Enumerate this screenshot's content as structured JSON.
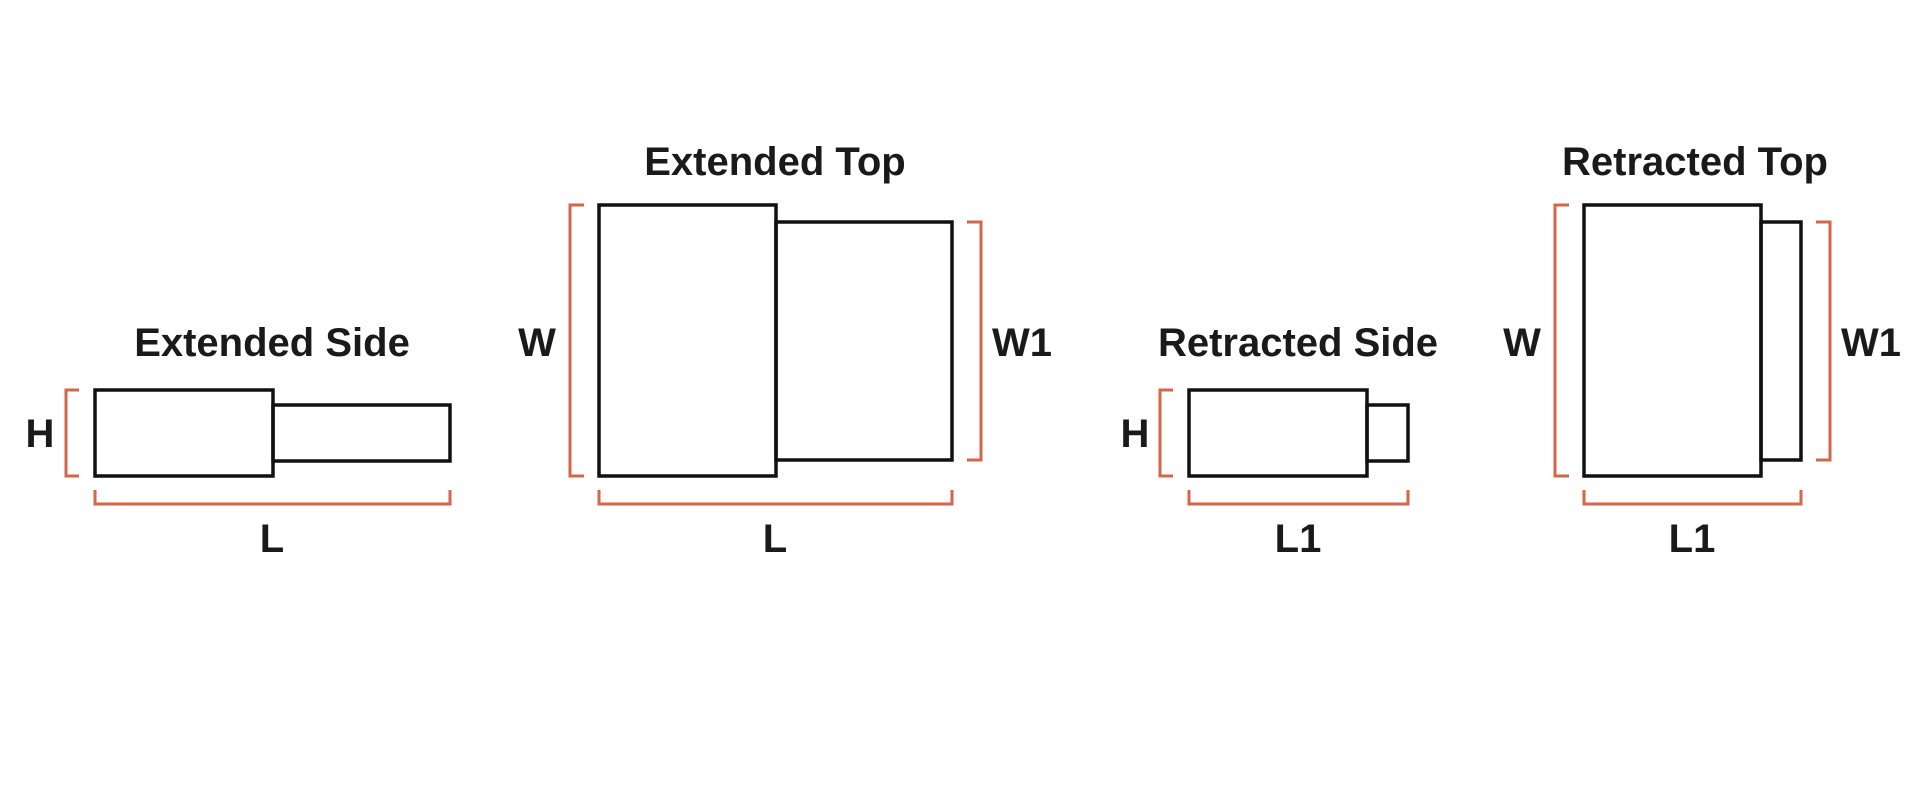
{
  "panels": {
    "extended_side": {
      "title": "Extended Side",
      "height_label": "H",
      "length_label": "L"
    },
    "extended_top": {
      "title": "Extended Top",
      "width_label": "W",
      "width1_label": "W1",
      "length_label": "L"
    },
    "retracted_side": {
      "title": "Retracted Side",
      "height_label": "H",
      "length_label": "L1"
    },
    "retracted_top": {
      "title": "Retracted Top",
      "width_label": "W",
      "width1_label": "W1",
      "length_label": "L1"
    }
  },
  "colors": {
    "outline": "#111111",
    "dimension_bracket": "#d4664a",
    "text": "#1a1a1a",
    "background": "#ffffff"
  }
}
